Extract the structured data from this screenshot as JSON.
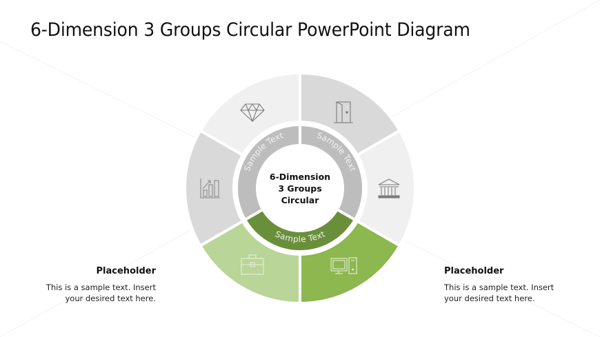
{
  "slide": {
    "title": "6-Dimension 3 Groups Circular PowerPoint Diagram"
  },
  "diagram": {
    "center_label_lines": [
      "6-Dimension",
      "3 Groups",
      "Circular"
    ],
    "inner_ring": [
      {
        "label": "Sample Text",
        "color": "#bdbdbd",
        "position": "upper-left"
      },
      {
        "label": "Sample Text",
        "color": "#bdbdbd",
        "position": "upper-right"
      },
      {
        "label": "Sample Text",
        "color": "#6a8f3a",
        "position": "bottom"
      }
    ],
    "outer_segments": [
      {
        "icon": "diamond-icon",
        "color": "#f0f0f0",
        "position": "top-left"
      },
      {
        "icon": "door-icon",
        "color": "#d9d9d9",
        "position": "top-right"
      },
      {
        "icon": "bank-icon",
        "color": "#f0f0f0",
        "position": "right"
      },
      {
        "icon": "computer-icon",
        "color": "#8db74f",
        "position": "bottom-right"
      },
      {
        "icon": "briefcase-icon",
        "color": "#b9d597",
        "position": "bottom-left"
      },
      {
        "icon": "growth-chart-icon",
        "color": "#d9d9d9",
        "position": "left"
      }
    ]
  },
  "placeholders": {
    "left": {
      "heading": "Placeholder",
      "line1": "This is a sample text. Insert",
      "line2": "your desired text here."
    },
    "right": {
      "heading": "Placeholder",
      "line1": "This is a sample text. Insert",
      "line2": "your desired text here."
    }
  }
}
